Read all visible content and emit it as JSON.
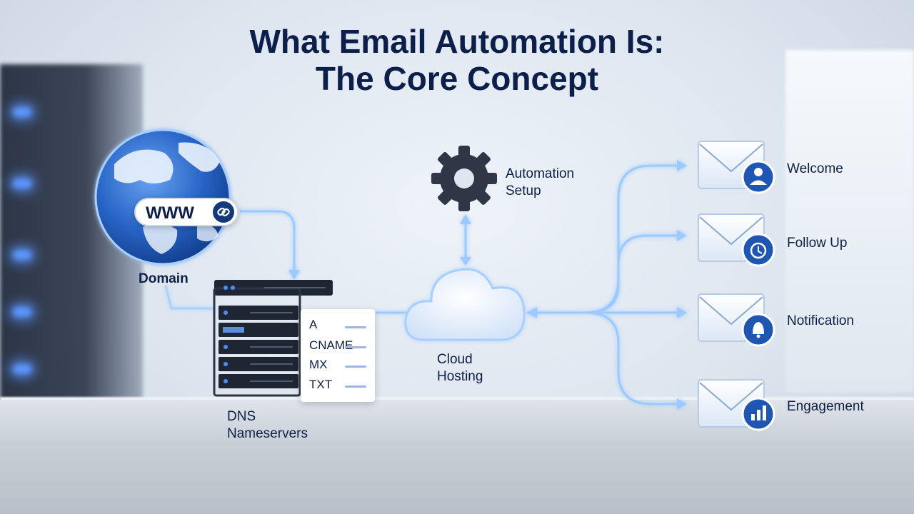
{
  "title": {
    "line1": "What Email Automation Is:",
    "line2": "The Core Concept"
  },
  "nodes": {
    "domain": {
      "label": "Domain",
      "badge_text": "WWW"
    },
    "dns": {
      "label_line1": "DNS",
      "label_line2": "Nameservers",
      "records": [
        "A",
        "CNAME",
        "MX",
        "TXT"
      ]
    },
    "cloud": {
      "label_line1": "Cloud",
      "label_line2": "Hosting"
    },
    "automation": {
      "label_line1": "Automation",
      "label_line2": "Setup"
    }
  },
  "emails": [
    {
      "label": "Welcome",
      "icon": "user-icon"
    },
    {
      "label": "Follow Up",
      "icon": "clock-icon"
    },
    {
      "label": "Notification",
      "icon": "bell-icon"
    },
    {
      "label": "Engagement",
      "icon": "bar-chart-icon"
    }
  ],
  "colors": {
    "accent": "#1f56b3",
    "navy": "#0c1e4a",
    "glow": "#8fc0ff",
    "globe": "#2a66c8"
  }
}
